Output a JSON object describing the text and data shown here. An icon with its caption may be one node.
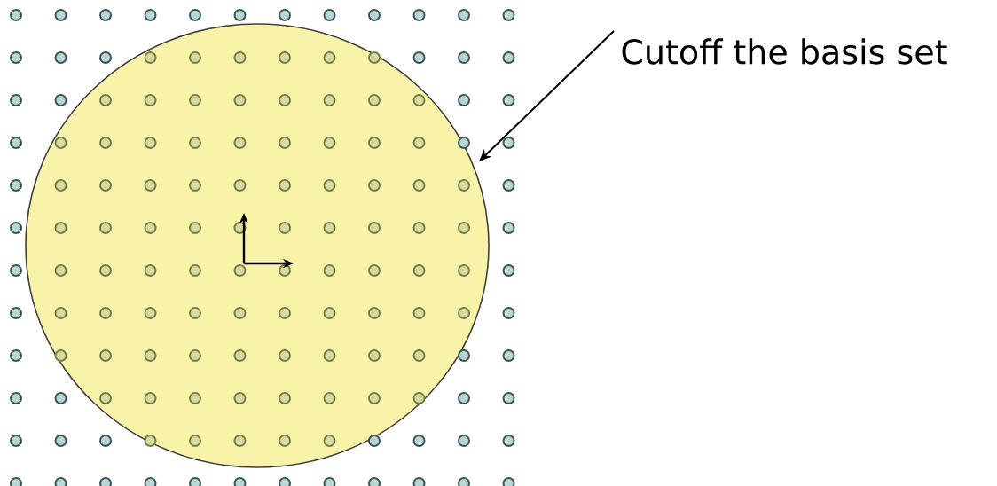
{
  "diagram": {
    "nodes": [
      {
        "text": [
          "Cutoff the basis set"
        ]
      },
      {
        "text": [],
        "shape": "circle"
      }
    ],
    "edges": [
      {
        "from": 0,
        "to": 1,
        "arrow": "to"
      }
    ]
  }
}
